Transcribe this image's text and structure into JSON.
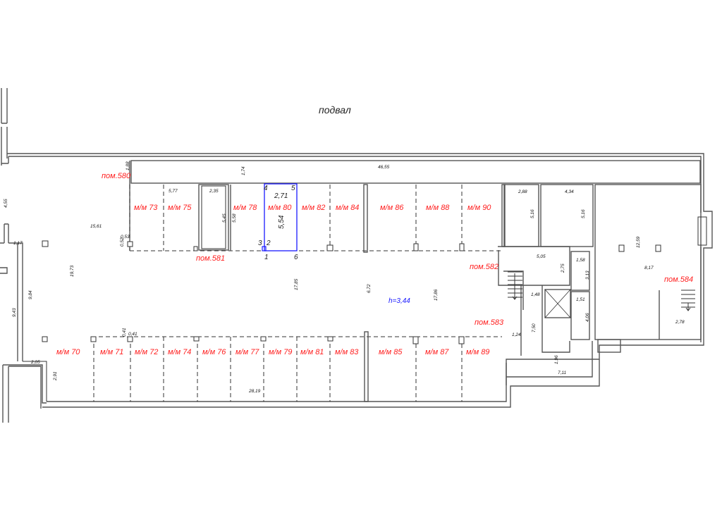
{
  "title": "подвал",
  "height_label": "h=3,44",
  "rooms": {
    "r580": "пом.580",
    "r581": "пом.581",
    "r582": "пом.582",
    "r583": "пом.583",
    "r584": "пом.584"
  },
  "spaces_top": [
    "м/м 73",
    "м/м 75",
    "м/м 78",
    "м/м 80",
    "м/м 82",
    "м/м 84",
    "м/м 86",
    "м/м 88",
    "м/м 90"
  ],
  "spaces_bottom": [
    "м/м 70",
    "м/м 71",
    "м/м 72",
    "м/м 74",
    "м/м 76",
    "м/м 77",
    "м/м 79",
    "м/м 81",
    "м/м 83",
    "м/м 85",
    "м/м 87",
    "м/м 89"
  ],
  "selected_space": {
    "width": "2,71",
    "length": "5,54",
    "points": [
      "1",
      "2",
      "3",
      "4",
      "5",
      "6"
    ]
  },
  "dimensions": {
    "d4655": "46,55",
    "d174": "1,74",
    "d188": "1,88",
    "d577": "5,77",
    "d235": "2,35",
    "d545": "5,45",
    "d558": "5,58",
    "d455": "4,55",
    "d1561": "15,61",
    "d053": "0,53",
    "d052": "0,52",
    "d117": "1,17",
    "d1973": "19,73",
    "d984": "9,84",
    "d943": "9,43",
    "d205": "2,05",
    "d291": "2,91",
    "d041a": "0,41",
    "d041b": "0,41",
    "d2819": "28,19",
    "d1785": "17,85",
    "d672": "6,72",
    "d1786": "17,86",
    "d288": "2,88",
    "d434": "4,34",
    "d516a": "5,16",
    "d516b": "5,16",
    "d505": "5,05",
    "d275": "2,75",
    "d158": "1,58",
    "d313": "3,13",
    "d148": "1,48",
    "d151": "1,51",
    "d406": "4,06",
    "d750": "7,50",
    "d124": "1,24",
    "d196": "1,96",
    "d711": "7,11",
    "d1259": "12,59",
    "d817": "8,17",
    "d278": "2,78"
  },
  "colors": {
    "room_label": "#ff2020",
    "selection": "#1a1aff",
    "wall": "#555555"
  }
}
